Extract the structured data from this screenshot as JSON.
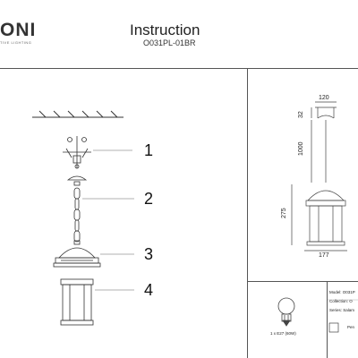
{
  "header": {
    "brand": "ONI",
    "brand_sub": "TIVE LIGHTING",
    "title": "Instruction",
    "code": "O031PL-01BR"
  },
  "parts": [
    "1",
    "2",
    "3",
    "4"
  ],
  "dimensions": {
    "top_width": "120",
    "canopy_height": "32",
    "chain_length": "1000",
    "shade_height": "275",
    "shade_width": "177"
  },
  "spec": {
    "bulb": "1 x E27 (60W)",
    "model": "Model: O031P",
    "collection": "Collection: O",
    "series": "Series: Salam",
    "pendant": "Pen"
  },
  "colors": {
    "line": "#444444",
    "frame": "#555555"
  }
}
